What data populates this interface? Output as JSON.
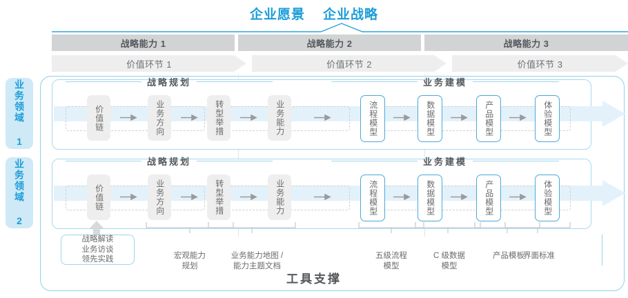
{
  "header": {
    "vision": "企业愿景",
    "strategy": "企业战略"
  },
  "columns": [
    {
      "capability": "战略能力 1",
      "value_link": "价值环节 1"
    },
    {
      "capability": "战略能力 2",
      "value_link": "价值环节 2"
    },
    {
      "capability": "战略能力 3",
      "value_link": "价值环节 3"
    }
  ],
  "domains": [
    {
      "label": "业务领域 1"
    },
    {
      "label": "业务领域 2"
    }
  ],
  "sections": {
    "planning": "战略规划",
    "modeling": "业务建模"
  },
  "nodes": {
    "planning": [
      "价值链",
      "业务方向",
      "转型举措",
      "业务能力"
    ],
    "modeling": [
      "流程模型",
      "数据模型",
      "产品模型",
      "体验模型"
    ]
  },
  "tool_labels": [
    {
      "text": "战略解读\n业务访谈\n领先实践",
      "boxed": true
    },
    {
      "text": "宏观能力\n规划",
      "boxed": false
    },
    {
      "text": "业务能力地图 /\n能力主题文档",
      "boxed": false
    },
    {
      "text": "五级流程\n模型",
      "boxed": false
    },
    {
      "text": "C 级数据\n模型",
      "boxed": false
    },
    {
      "text": "产品模板",
      "boxed": false
    },
    {
      "text": "界面标准",
      "boxed": false
    }
  ],
  "footer": {
    "support": "工具支撑"
  },
  "colors": {
    "accent_blue": "#1b9dd9",
    "light_blue": "#cfe9f7",
    "border_blue": "#8fcfe8",
    "bar_gray": "#d2d3d4",
    "band_gray": "#eeeeee",
    "text_gray": "#6b6b6b",
    "title_gray": "#54585c"
  }
}
